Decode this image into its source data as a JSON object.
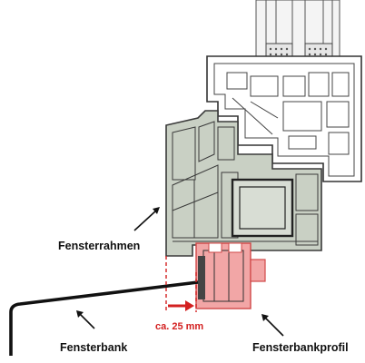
{
  "labels": {
    "frame": "Fensterrahmen",
    "sill": "Fensterbank",
    "sill_profile": "Fensterbankprofil",
    "overlap": "ca. 25 mm"
  },
  "colors": {
    "frame_fill": "#c9d0c4",
    "frame_stroke": "#3a3a3a",
    "sash_fill": "#ffffff",
    "glass_fill": "#dfe3e6",
    "sill_profile_fill": "#f2a6a6",
    "sill_profile_stroke": "#d04848",
    "dimension": "#d32020",
    "line": "#111111"
  },
  "icons": [
    "arrow-right-icon"
  ]
}
